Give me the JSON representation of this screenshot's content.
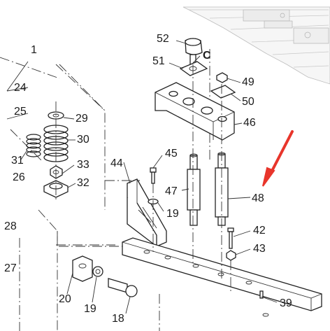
{
  "diagram": {
    "part_labels": {
      "p1": "1",
      "p24": "24",
      "p25": "25",
      "p29": "29",
      "p30": "30",
      "p31": "31",
      "p26": "26",
      "p33": "33",
      "p32": "32",
      "p28": "28",
      "p27": "27",
      "p52": "52",
      "p51": "51",
      "pC": "C",
      "p49": "49",
      "p50": "50",
      "p46": "46",
      "p45": "45",
      "p44": "44",
      "p47": "47",
      "p48": "48",
      "p19a": "19",
      "p42": "42",
      "p43": "43",
      "p20": "20",
      "p19b": "19",
      "p18": "18",
      "p39": "39"
    },
    "arrow_color": "#e8352b",
    "line_color": "#222222"
  }
}
